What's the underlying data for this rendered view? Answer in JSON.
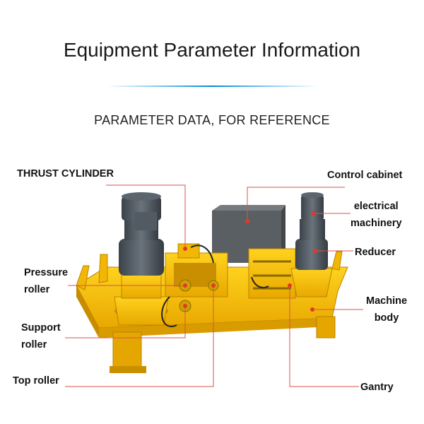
{
  "header": {
    "title": "Equipment Parameter Information",
    "subtitle": "PARAMETER DATA, FOR REFERENCE"
  },
  "labels": {
    "thrust_cylinder": "THRUST CYLINDER",
    "control_cabinet": "Control cabinet",
    "electrical_line1": "electrical",
    "electrical_line2": "machinery",
    "reducer": "Reducer",
    "pressure_line1": "Pressure",
    "pressure_line2": "roller",
    "support_line1": "Support",
    "support_line2": "roller",
    "machine_body_line1": "Machine",
    "machine_body_line2": "body",
    "top_roller": "Top roller",
    "gantry": "Gantry"
  },
  "colors": {
    "machine_yellow": "#f2b705",
    "yellow_shadow": "#c98f00",
    "motor_gray": "#4c5560",
    "motor_dark": "#2f353c",
    "cabinet_gray": "#606569",
    "leader_line": "#d9534f",
    "marker_dot": "#e03a2a",
    "divider_blue": "#008cdc"
  }
}
